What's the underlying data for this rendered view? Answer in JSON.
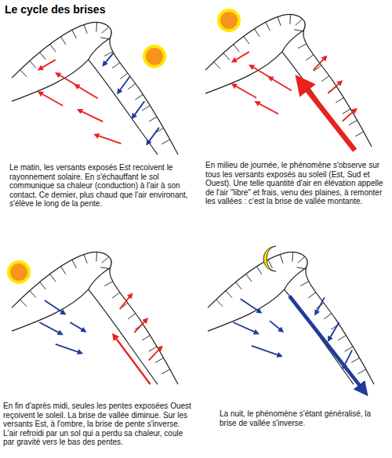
{
  "diagram": {
    "title": "Le cycle des brises",
    "labels": [
      "Le matin, les versants exposés Est recoivent le rayonnement solaire. En s'échauffant le sol communique sa chaleur (conduction) à l'air à son contact. Ce dernier, plus chaud que l'air environant, s'élève le long de la pente.",
      "En milieu de journée, le phénomène s'observe sur tous les versants exposés au soleil (Est, Sud et Ouest). Une telle quantité d'air en élévation appelle de l'air \"libre\" et frais, venu des plaines, à remonter les vallées : c'est la brise de vallée montante.",
      "En fin d'après midi, seules les pentes exposées Ouest reçoivent le soleil. La brise de vallée diminue. Sur les versants Est, à l'ombre, la brise de pente s'inverse. L'air refroidi par un sol qui a perdu sa chaleur, coule par gravité vers le bas des pentes.",
      "La nuit, le phénomène s'étant généralisé, la brise de vallée s'inverse."
    ]
  }
}
